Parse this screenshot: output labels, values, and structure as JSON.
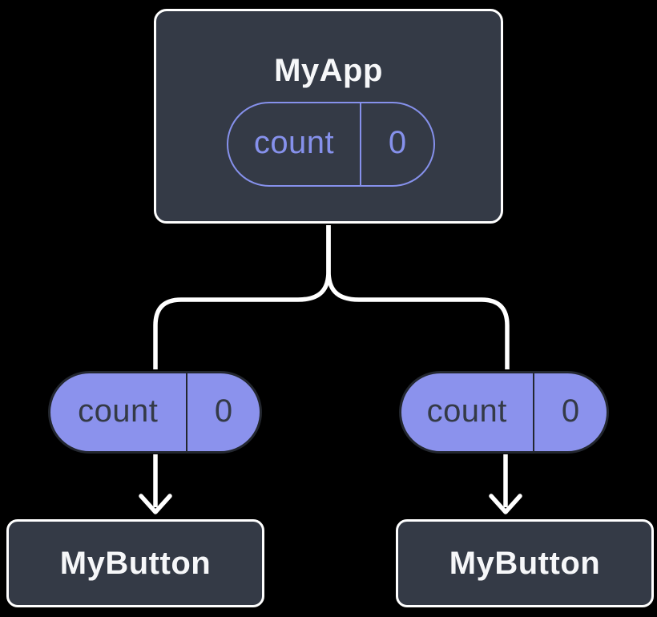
{
  "colors": {
    "background": "#000000",
    "node_fill": "#343A46",
    "node_border": "#FFFFFF",
    "title_text": "#F6F7F9",
    "pill_outline": "#8691EC",
    "pill_fill": "#8B92ED",
    "pill_text": "#343A46",
    "dark_line": "#23272F",
    "connector": "#FFFFFF"
  },
  "diagram": {
    "root": {
      "title": "MyApp",
      "state": {
        "label": "count",
        "value": "0"
      }
    },
    "children": [
      {
        "title": "MyButton",
        "prop": {
          "label": "count",
          "value": "0"
        }
      },
      {
        "title": "MyButton",
        "prop": {
          "label": "count",
          "value": "0"
        }
      }
    ]
  }
}
